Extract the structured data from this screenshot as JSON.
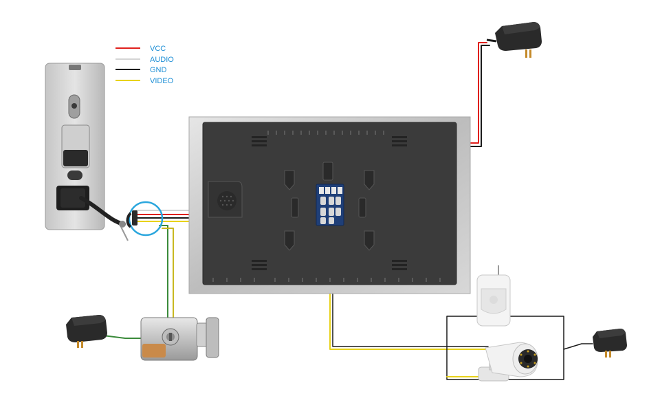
{
  "legend": {
    "items": [
      {
        "label": "VCC",
        "color": "#e0201c"
      },
      {
        "label": "AUDIO",
        "color": "#d4d4d4"
      },
      {
        "label": "GND",
        "color": "#1a1a1a"
      },
      {
        "label": "VIDEO",
        "color": "#e8d21a"
      }
    ]
  },
  "colors": {
    "vcc": "#e0201c",
    "audio": "#d4d4d4",
    "gnd": "#1a1a1a",
    "video": "#e8d21a",
    "lock_wire": "#3a8a3a",
    "callout": "#2aa6dd",
    "monitor_frame": "#c9c9c9",
    "monitor_back": "#3c3c3c"
  },
  "devices": {
    "outdoor_station": {
      "icon": "doorbell-camera-icon"
    },
    "monitor": {
      "icon": "indoor-monitor-icon"
    },
    "power_adapter": {
      "icon": "power-adapter-icon"
    },
    "electric_lock": {
      "icon": "electric-lock-icon"
    },
    "motion_sensor": {
      "icon": "pir-sensor-icon"
    },
    "cctv_camera": {
      "icon": "bullet-camera-icon"
    }
  }
}
